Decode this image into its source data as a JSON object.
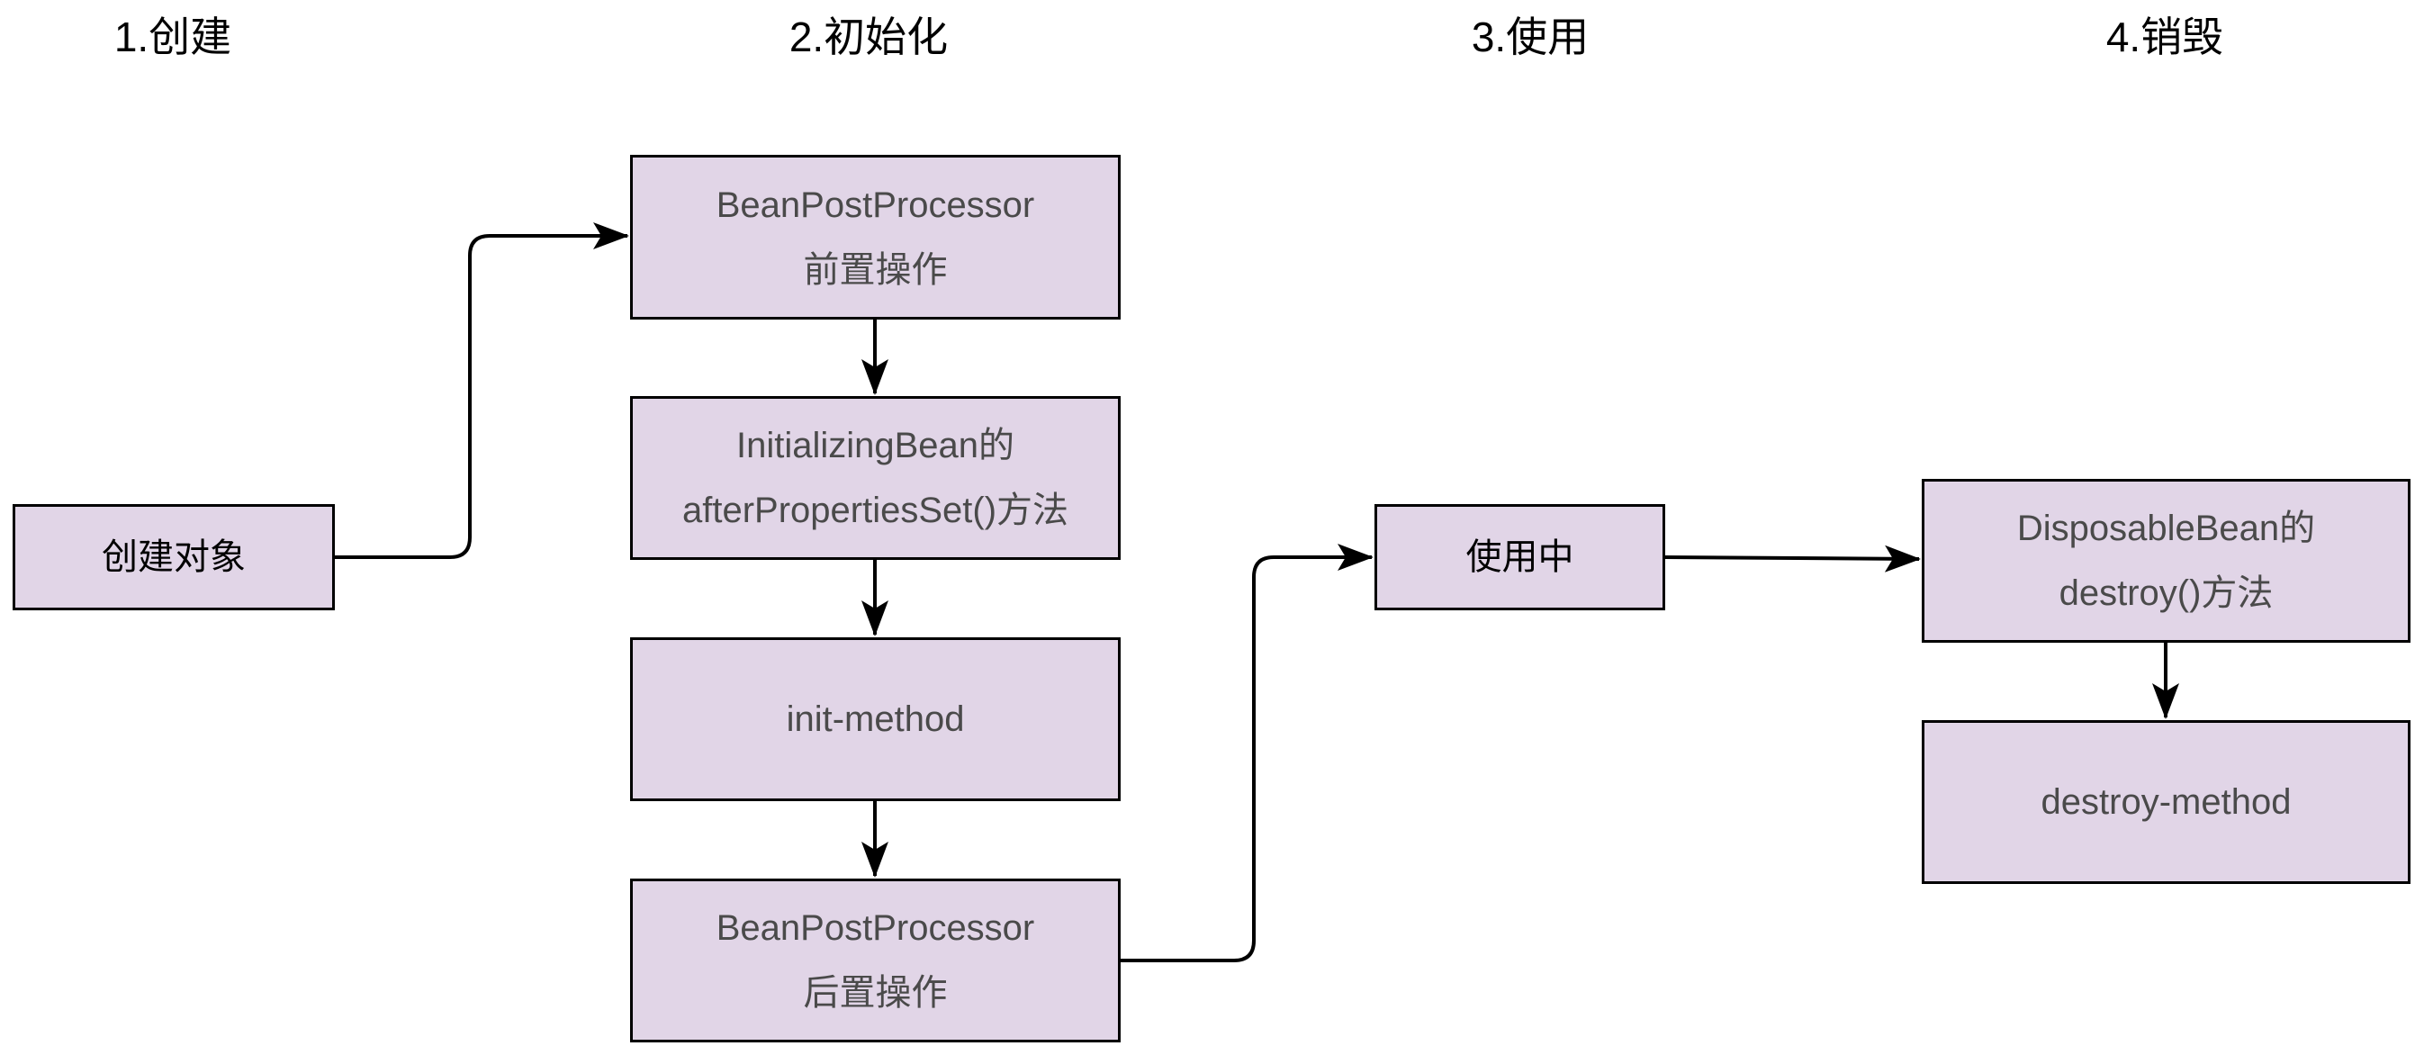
{
  "diagram": {
    "title_semantic": "Spring Bean lifecycle flow",
    "palette": {
      "node_fill": "#e1d5e7",
      "node_border": "#000000",
      "text_gray": "#4a4a4a",
      "text_black": "#000000",
      "arrow_color": "#000000",
      "page_bg": "#ffffff"
    },
    "phases": [
      {
        "label": "1.创建"
      },
      {
        "label": "2.初始化"
      },
      {
        "label": "3.使用"
      },
      {
        "label": "4.销毁"
      }
    ],
    "nodes": {
      "create_object": {
        "lines": [
          "创建对象"
        ]
      },
      "bpp_before": {
        "lines": [
          "BeanPostProcessor",
          "前置操作"
        ]
      },
      "initializing_bean": {
        "lines": [
          "InitializingBean的",
          "afterPropertiesSet()方法"
        ]
      },
      "init_method": {
        "lines": [
          "init-method"
        ]
      },
      "bpp_after": {
        "lines": [
          "BeanPostProcessor",
          "后置操作"
        ]
      },
      "in_use": {
        "lines": [
          "使用中"
        ]
      },
      "disposable_bean": {
        "lines": [
          "DisposableBean的",
          "destroy()方法"
        ]
      },
      "destroy_method": {
        "lines": [
          "destroy-method"
        ]
      }
    },
    "edges": [
      {
        "from": "create_object",
        "to": "bpp_before",
        "style": "orthogonal-rounded-arrow"
      },
      {
        "from": "bpp_before",
        "to": "initializing_bean",
        "style": "straight-arrow"
      },
      {
        "from": "initializing_bean",
        "to": "init_method",
        "style": "straight-arrow"
      },
      {
        "from": "init_method",
        "to": "bpp_after",
        "style": "straight-arrow"
      },
      {
        "from": "bpp_after",
        "to": "in_use",
        "style": "orthogonal-rounded-arrow"
      },
      {
        "from": "in_use",
        "to": "disposable_bean",
        "style": "straight-arrow"
      },
      {
        "from": "disposable_bean",
        "to": "destroy_method",
        "style": "straight-arrow"
      }
    ]
  }
}
